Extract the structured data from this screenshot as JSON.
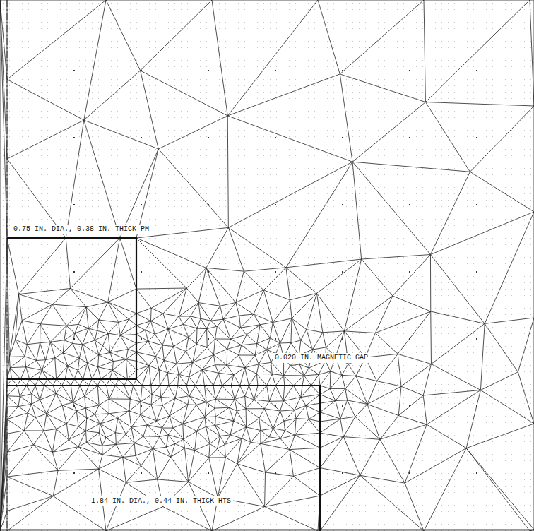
{
  "diagram": {
    "labels": [
      "0.75 IN. DIA., 0.38 IN. THICK PM",
      "0.020 IN. MAGNETIC GAP",
      "1.84 IN. DIA., 0.44 IN. THICK HTS"
    ]
  }
}
